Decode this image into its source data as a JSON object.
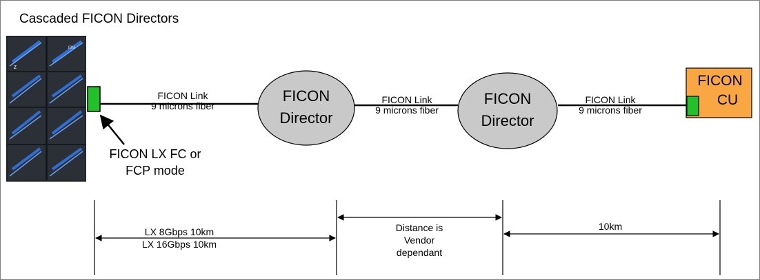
{
  "title": "Cascaded FICON Directors",
  "mainframe": {
    "logo_text": "IBM",
    "badge": "z"
  },
  "port_label": {
    "line1": "FICON LX FC or",
    "line2": "FCP mode"
  },
  "links": [
    {
      "line1": "FICON Link",
      "line2": "9 microns fiber"
    },
    {
      "line1": "FICON Link",
      "line2": "9 microns fiber"
    },
    {
      "line1": "FICON Link",
      "line2": "9 microns fiber"
    }
  ],
  "directors": [
    {
      "line1": "FICON",
      "line2": "Director"
    },
    {
      "line1": "FICON",
      "line2": "Director"
    }
  ],
  "control_unit": {
    "line1": "FICON",
    "line2": "CU"
  },
  "distances": [
    {
      "line1": "LX 8Gbps 10km",
      "line2": "LX 16Gbps 10km"
    },
    {
      "line1": "Distance is",
      "line2": "Vendor",
      "line3": "dependant"
    },
    {
      "line1": "10km"
    }
  ],
  "colors": {
    "director_fill": "#c9c9c9",
    "cu_fill": "#f9a743",
    "port_green": "#22c12a",
    "rack_dark": "#2b2f36",
    "rack_accent": "#2e6fd6"
  }
}
